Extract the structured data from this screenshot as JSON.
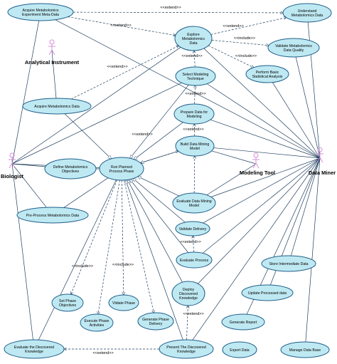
{
  "actors": [
    {
      "id": "analytical-instrument",
      "name": "Analytical Instrument"
    },
    {
      "id": "biologist",
      "name": "Biologist"
    },
    {
      "id": "modeling-tool",
      "name": "Modeling Tool"
    },
    {
      "id": "data-miner",
      "name": "Data Miner"
    }
  ],
  "use_cases": [
    {
      "id": "acquire-meta",
      "lines": [
        "Acquire Metabolomics",
        "Experiment Meta-Data"
      ]
    },
    {
      "id": "understand",
      "lines": [
        "Understand",
        "Metabolomics Data"
      ]
    },
    {
      "id": "explore",
      "lines": [
        "Explore",
        "Metabolomics",
        "Data"
      ]
    },
    {
      "id": "validate-quality",
      "lines": [
        "Validate Metabolomics",
        "Data Quality"
      ]
    },
    {
      "id": "basic-stats",
      "lines": [
        "Perform Basic",
        "Statistical Analysis"
      ]
    },
    {
      "id": "select-technique",
      "lines": [
        "Select Modeling",
        "Technique"
      ]
    },
    {
      "id": "acquire-data",
      "lines": [
        "Acquire Metabolomics Data"
      ]
    },
    {
      "id": "prepare-data",
      "lines": [
        "Prepare Data for",
        "Modeling"
      ]
    },
    {
      "id": "build-model",
      "lines": [
        "Build Data Mining",
        "Model"
      ]
    },
    {
      "id": "define-objectives",
      "lines": [
        "Define Metabolomics",
        "Objectives"
      ]
    },
    {
      "id": "run-planned",
      "lines": [
        "Run Planned",
        "Process Phase"
      ]
    },
    {
      "id": "evaluate-model",
      "lines": [
        "Evaluate Data Mining",
        "Model"
      ]
    },
    {
      "id": "preprocess",
      "lines": [
        "Pre-Process Metabolomics Data"
      ]
    },
    {
      "id": "validate-delivery",
      "lines": [
        "Validate Delivery"
      ]
    },
    {
      "id": "evaluate-process",
      "lines": [
        "Evaluate Process"
      ]
    },
    {
      "id": "store-intermediate",
      "lines": [
        "Store Intermediate Data"
      ]
    },
    {
      "id": "deploy",
      "lines": [
        "Deploy",
        "Discovered",
        "Knowledge"
      ]
    },
    {
      "id": "update-processed",
      "lines": [
        "Update Processed data"
      ]
    },
    {
      "id": "set-objectives",
      "lines": [
        "Set Phase",
        "Objectives"
      ]
    },
    {
      "id": "validate-phase",
      "lines": [
        "Vlidate Phase"
      ]
    },
    {
      "id": "execute-activities",
      "lines": [
        "Execute Phase",
        "Activities"
      ]
    },
    {
      "id": "generate-delivery",
      "lines": [
        "Generate Phase",
        "Delivery"
      ]
    },
    {
      "id": "generate-report",
      "lines": [
        "Generate Report"
      ]
    },
    {
      "id": "evaluate-knowledge",
      "lines": [
        "Evaluate the Discovered",
        "Knowledge"
      ]
    },
    {
      "id": "present-knowledge",
      "lines": [
        "Present The Discovered",
        "Knowledge"
      ]
    },
    {
      "id": "export-data",
      "lines": [
        "Export Data"
      ]
    },
    {
      "id": "manage-db",
      "lines": [
        "Manage Data Base"
      ]
    }
  ],
  "stereotypes": {
    "extend": "<<extend>>",
    "include": "<<include>>"
  }
}
